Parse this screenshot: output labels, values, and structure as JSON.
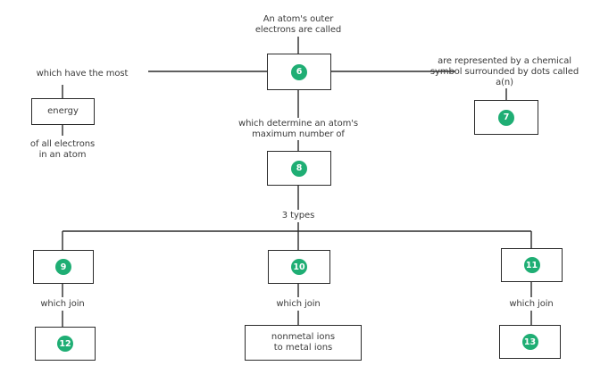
{
  "colors": {
    "accent": "#1fae74",
    "line": "#2b2b2b"
  },
  "center": {
    "prompt_line1": "An atom's outer",
    "prompt_line2": "electrons are called",
    "badge": "6"
  },
  "left": {
    "which_have": "which have the most",
    "box_label": "energy",
    "caption_line1": "of all electrons",
    "caption_line2": "in an atom"
  },
  "right": {
    "line1": "are represented by a chemical",
    "line2": "symbol surrounded by dots called",
    "line3": "a(n)",
    "badge": "7"
  },
  "middle": {
    "line1": "which determine an atom's",
    "line2": "maximum number of",
    "badge": "8"
  },
  "types_label": "3 types",
  "branches": [
    {
      "badge": "9",
      "join": "which join",
      "result_badge": "12"
    },
    {
      "badge": "10",
      "join": "which join",
      "result_line1": "nonmetal ions",
      "result_line2": "to metal ions"
    },
    {
      "badge": "11",
      "join": "which join",
      "result_badge": "13"
    }
  ]
}
